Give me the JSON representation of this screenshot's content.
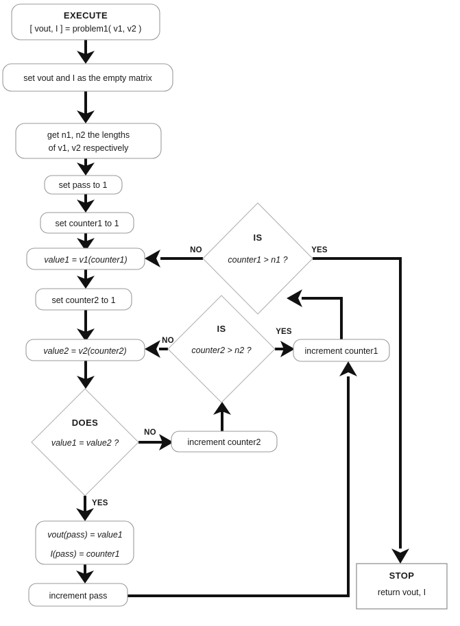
{
  "diagram": {
    "title": "problem1 flowchart",
    "type": "flowchart",
    "colors": {
      "background": "#ffffff",
      "node_border": "#9a9a9a",
      "diamond_border": "#b0b0b0",
      "connector": "#111111",
      "text": "#1a1a1a"
    }
  },
  "nodes": {
    "execute": {
      "shape": "rounded-rect",
      "line1": "EXECUTE",
      "line2": "[ vout, I ] = problem1( v1, v2 )"
    },
    "init_empty": {
      "shape": "rounded-rect",
      "line1": "set vout and I  as the empty matrix"
    },
    "get_lengths": {
      "shape": "rounded-rect",
      "line1": "get n1, n2  the lengths",
      "line2": "of v1, v2 respectively"
    },
    "set_pass": {
      "shape": "rounded-rect",
      "line1": "set pass to 1"
    },
    "set_counter1": {
      "shape": "rounded-rect",
      "line1": "set counter1 to 1"
    },
    "value1": {
      "shape": "rounded-rect",
      "line1": "value1 = v1(counter1)"
    },
    "set_counter2": {
      "shape": "rounded-rect",
      "line1": "set counter2 to 1"
    },
    "value2": {
      "shape": "rounded-rect",
      "line1": "value2 = v2(counter2)"
    },
    "decision_counter1": {
      "shape": "diamond",
      "line1": "IS",
      "line2": "counter1 > n1 ?"
    },
    "decision_counter2": {
      "shape": "diamond",
      "line1": "IS",
      "line2": "counter2 > n2 ?"
    },
    "decision_values": {
      "shape": "diamond",
      "line1": "DOES",
      "line2": "value1 = value2 ?"
    },
    "increment_counter1": {
      "shape": "rounded-rect",
      "line1": "increment counter1"
    },
    "increment_counter2": {
      "shape": "rounded-rect",
      "line1": "increment counter2"
    },
    "store_result": {
      "shape": "rounded-rect",
      "line1": "vout(pass) = value1",
      "line2": "I(pass) = counter1"
    },
    "increment_pass": {
      "shape": "rounded-rect",
      "line1": "increment pass"
    },
    "stop": {
      "shape": "rect",
      "line1": "STOP",
      "line2": "return  vout, I"
    }
  },
  "edge_labels": {
    "counter1_no": "NO",
    "counter1_yes": "YES",
    "counter2_no": "NO",
    "counter2_yes": "YES",
    "values_no": "NO",
    "values_yes": "YES"
  }
}
